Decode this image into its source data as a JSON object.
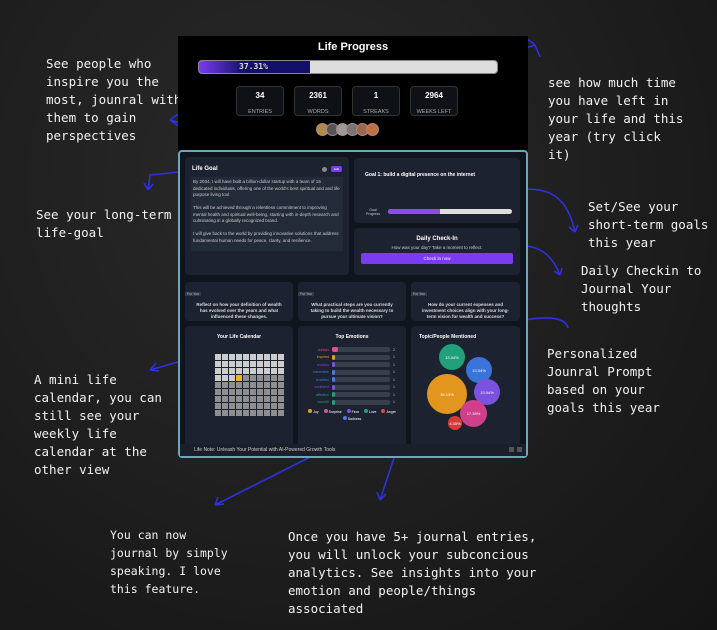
{
  "app": {
    "title": "Life Progress",
    "progress_label": "37.31%",
    "progress": 37.31,
    "stats": [
      {
        "value": "34",
        "label": "ENTRIES"
      },
      {
        "value": "2361",
        "label": "WORDS"
      },
      {
        "value": "1",
        "label": "STREAKS"
      },
      {
        "value": "2964",
        "label": "WEEKS LEFT"
      }
    ],
    "avatar_colors": [
      "#b08a4a",
      "#555",
      "#999",
      "#777",
      "#a0664a",
      "#c07040"
    ]
  },
  "life_goal": {
    "title": "Life Goal",
    "badge": "Edit",
    "paragraphs": [
      "By 2034, I will have built a billion-dollar startup with a team of 15 dedicated individuals, offering one of the world's best spiritual and and life purpose living tool.",
      "This will be achieved through a relentless commitment to improving mental health and spiritual well-being, starting with in-depth research and culminating in a globally recognized brand.",
      "I will give back to the world by providing innovative solutions that address fundamental human needs for peace, clarity, and resilience."
    ]
  },
  "goal": {
    "title": "Goal 1: build a digital presence on the internet",
    "progress_label": "Goal Progress",
    "progress": 42
  },
  "checkin": {
    "title": "Daily Check-In",
    "subtitle": "How was your day? Take a moment to reflect.",
    "button": "Check in now"
  },
  "prompts": {
    "tag": "For You",
    "items": [
      "Reflect on how your definition of wealth has evolved over the years and what influenced these changes.",
      "What practical steps are you currently taking to build the wealth necessary to pursue your ultimate vision?",
      "How do your current expenses and investment choices align with your long-term vision for wealth and success?"
    ]
  },
  "calendar": {
    "title": "Your Life Calendar"
  },
  "emotions": {
    "title": "Top Emotions",
    "items": [
      {
        "label": "curious",
        "value": 2,
        "color": "#e0508f"
      },
      {
        "label": "inspired",
        "value": 1,
        "color": "#e3a020"
      },
      {
        "label": "anxious",
        "value": 1,
        "color": "#7b52e0"
      },
      {
        "label": "vulnerable",
        "value": 1,
        "color": "#4a7be0"
      },
      {
        "label": "troubled",
        "value": 1,
        "color": "#4a7be0"
      },
      {
        "label": "confident",
        "value": 1,
        "color": "#7b52e0"
      },
      {
        "label": "affection",
        "value": 1,
        "color": "#22a07a"
      },
      {
        "label": "warmth",
        "value": 1,
        "color": "#22a07a"
      }
    ],
    "legend": [
      {
        "label": "Joy",
        "color": "#e3a020"
      },
      {
        "label": "Surprise",
        "color": "#e0508f"
      },
      {
        "label": "Fear",
        "color": "#7b52e0"
      },
      {
        "label": "Love",
        "color": "#22a07a"
      },
      {
        "label": "Anger",
        "color": "#e04848"
      },
      {
        "label": "Sadness",
        "color": "#4a7be0"
      }
    ]
  },
  "topics": {
    "title": "Topic/People Mentioned",
    "bubbles": [
      {
        "label": "13.04%",
        "color": "#22a07a"
      },
      {
        "label": "13.04%",
        "color": "#3b74d8"
      },
      {
        "label": "39.13%",
        "color": "#e3961e"
      },
      {
        "label": "13.04%",
        "color": "#7b52e0"
      },
      {
        "label": "17.39%",
        "color": "#d0408a"
      },
      {
        "label": "4.35%",
        "color": "#d83a3a"
      }
    ]
  },
  "footer": {
    "text": "Life Note: Unleash Your Potential with AI-Powered Growth Tools"
  },
  "annotations": [
    "See people who\ninspire you the\nmost, jounral with\nthem to gain\nperspectives",
    "see how much time\nyou have left in\nyour life and this\nyear (try click\nit)",
    "See your long-term\nlife-goal",
    "Set/See your\nshort-term goals\nthis year",
    "Daily Checkin to\nJournal Your\nthoughts",
    "Personalized\nJounral Prompt\nbased on your\ngoals this year",
    "A mini life\ncalendar, you can\nstill see your\nweekly life\ncalendar at the\nother view",
    "You can now\njournal by simply\nspeaking. I love\nthis feature.",
    "Once you have 5+ journal entries,\nyou will unlock your subconcious\nanalytics. See insights into your\nemotion and people/things\nassociated"
  ]
}
